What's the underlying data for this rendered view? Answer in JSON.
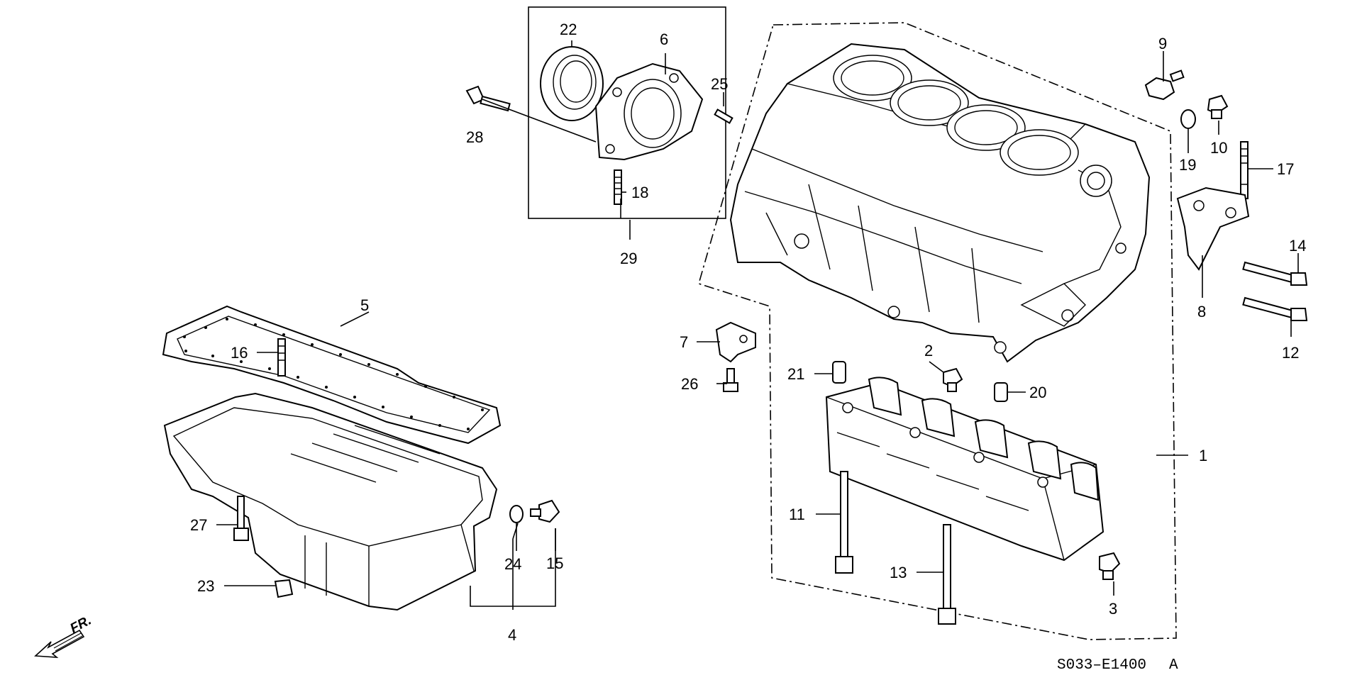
{
  "diagram": {
    "callouts": [
      {
        "id": "c1",
        "text": "1"
      },
      {
        "id": "c2",
        "text": "2"
      },
      {
        "id": "c3",
        "text": "3"
      },
      {
        "id": "c4",
        "text": "4"
      },
      {
        "id": "c5",
        "text": "5"
      },
      {
        "id": "c6",
        "text": "6"
      },
      {
        "id": "c7",
        "text": "7"
      },
      {
        "id": "c8",
        "text": "8"
      },
      {
        "id": "c9",
        "text": "9"
      },
      {
        "id": "c10",
        "text": "10"
      },
      {
        "id": "c11",
        "text": "11"
      },
      {
        "id": "c12",
        "text": "12"
      },
      {
        "id": "c13",
        "text": "13"
      },
      {
        "id": "c14",
        "text": "14"
      },
      {
        "id": "c15",
        "text": "15"
      },
      {
        "id": "c16",
        "text": "16"
      },
      {
        "id": "c17",
        "text": "17"
      },
      {
        "id": "c18",
        "text": "18"
      },
      {
        "id": "c19",
        "text": "19"
      },
      {
        "id": "c20",
        "text": "20"
      },
      {
        "id": "c21",
        "text": "21"
      },
      {
        "id": "c22",
        "text": "22"
      },
      {
        "id": "c23",
        "text": "23"
      },
      {
        "id": "c24",
        "text": "24"
      },
      {
        "id": "c25",
        "text": "25"
      },
      {
        "id": "c26",
        "text": "26"
      },
      {
        "id": "c27",
        "text": "27"
      },
      {
        "id": "c28",
        "text": "28"
      },
      {
        "id": "c29",
        "text": "29"
      }
    ],
    "front_indicator": "FR.",
    "figure_code": "S033–E1400",
    "figure_revision": "A"
  }
}
